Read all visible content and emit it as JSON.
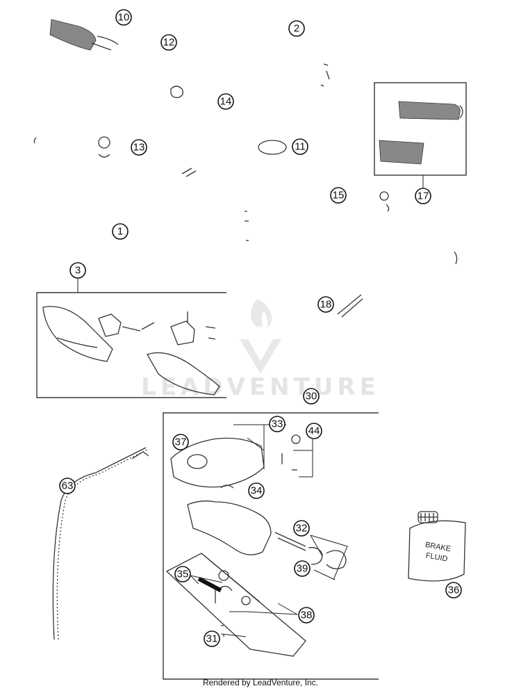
{
  "callouts": [
    "10",
    "12",
    "2",
    "14",
    "13",
    "11",
    "17",
    "15",
    "1",
    "3",
    "18",
    "30",
    "33",
    "37",
    "44",
    "34",
    "63",
    "32",
    "39",
    "35",
    "36",
    "38",
    "31"
  ],
  "decal": {
    "line1": "BRAKE",
    "line2": "FLUID"
  },
  "watermark": "LEADVENTURE",
  "footer": "Rendered by LeadVenture, Inc."
}
